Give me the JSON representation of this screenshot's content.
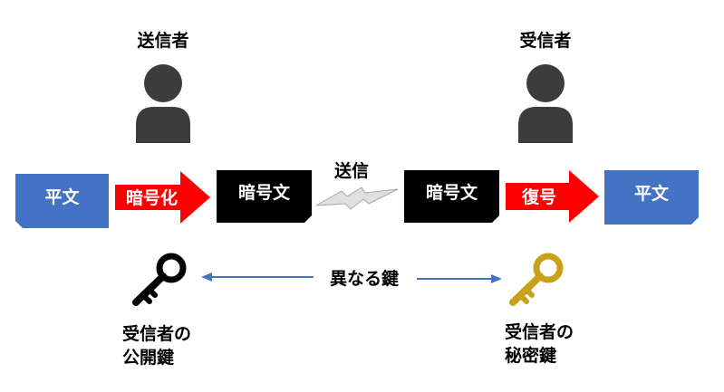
{
  "sender": {
    "title": "送信者"
  },
  "receiver": {
    "title": "受信者"
  },
  "plaintext_left": "平文",
  "encrypt_label": "暗号化",
  "ciphertext_left": "暗号文",
  "send_label": "送信",
  "ciphertext_right": "暗号文",
  "decrypt_label": "復号",
  "plaintext_right": "平文",
  "different_keys_label": "異なる鍵",
  "public_key": {
    "line1": "受信者の",
    "line2": "公開鍵"
  },
  "private_key": {
    "line1": "受信者の",
    "line2": "秘密鍵"
  },
  "colors": {
    "plaintext": "#4472C4",
    "ciphertext": "#000000",
    "arrow": "#FF0000",
    "person": "#3C3C3C",
    "public_key": "#000000",
    "private_key": "#C9A11B",
    "connector": "#4472C4"
  }
}
